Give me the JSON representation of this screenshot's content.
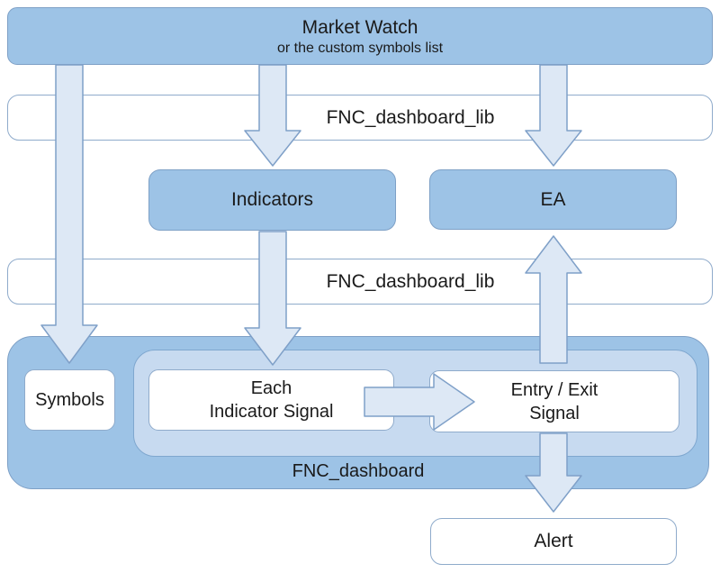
{
  "diagram": {
    "market_watch": {
      "title": "Market Watch",
      "subtitle": "or the custom symbols list"
    },
    "lib_top": {
      "label": "FNC_dashboard_lib"
    },
    "indicators": {
      "label": "Indicators"
    },
    "ea": {
      "label": "EA"
    },
    "lib_bottom": {
      "label": "FNC_dashboard_lib"
    },
    "dashboard": {
      "label": "FNC_dashboard"
    },
    "symbols": {
      "label": "Symbols"
    },
    "each_indicator_signal": {
      "line1": "Each",
      "line2": "Indicator Signal"
    },
    "entry_exit_signal": {
      "line1": "Entry / Exit",
      "line2": "Signal"
    },
    "alert": {
      "label": "Alert"
    },
    "connections": [
      {
        "from": "Market Watch",
        "to": "Symbols"
      },
      {
        "from": "Market Watch",
        "to": "Indicators"
      },
      {
        "from": "Market Watch",
        "to": "EA"
      },
      {
        "from": "Indicators",
        "to": "Each Indicator Signal"
      },
      {
        "from": "Each Indicator Signal",
        "to": "Entry / Exit Signal"
      },
      {
        "from": "Entry / Exit Signal",
        "to": "EA"
      },
      {
        "from": "Entry / Exit Signal",
        "to": "Alert"
      }
    ],
    "colors": {
      "node_blue_fill": "#9DC3E6",
      "node_blue_border": "#7EA0C6",
      "inner_container_fill": "#C7DAF0",
      "white_box_border": "#8FABCB",
      "arrow_fill": "#DDE8F5",
      "arrow_border": "#7FA0C8",
      "text": "#1a1a1a",
      "background": "#ffffff"
    }
  }
}
